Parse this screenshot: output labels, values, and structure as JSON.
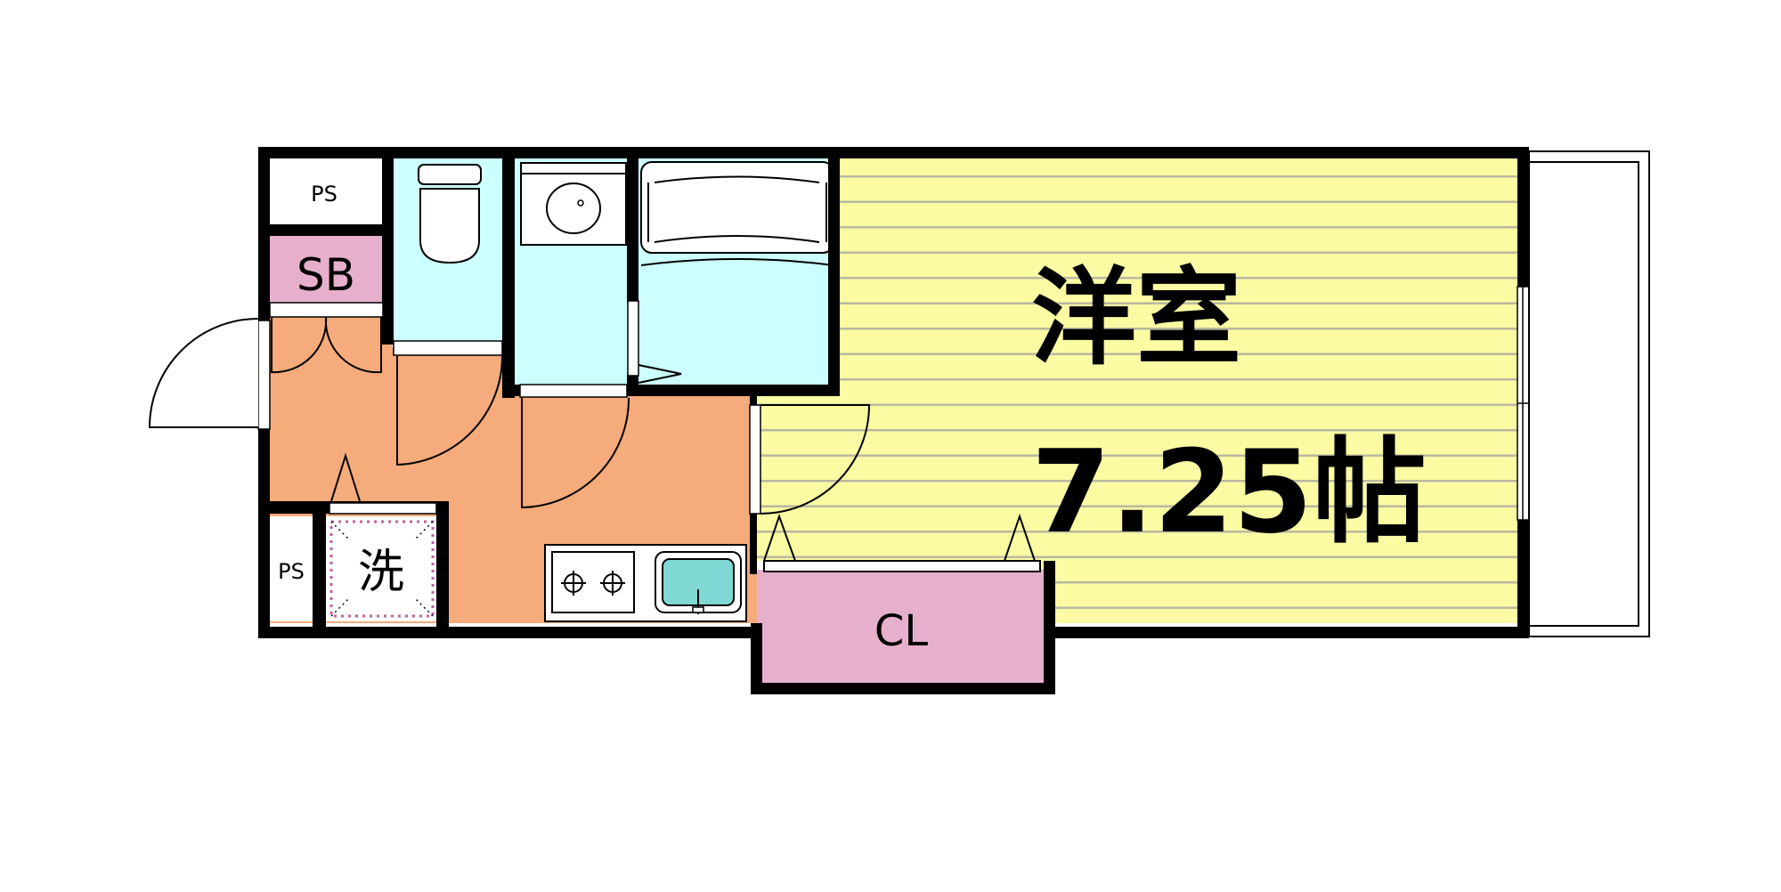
{
  "labels": {
    "ps_top": "PS",
    "sb": "SB",
    "ps_bottom": "PS",
    "washer": "洗",
    "room_name": "洋室",
    "room_size": "7.25帖",
    "closet": "CL"
  },
  "colors": {
    "wall": "#000000",
    "room_fill": "#fbfba3",
    "room_stripe": "#b8b8a0",
    "wet_area": "#ccffff",
    "entry_floor": "#f5ab7b",
    "pink": "#e6b0cc",
    "sink": "#7fd8d3"
  }
}
